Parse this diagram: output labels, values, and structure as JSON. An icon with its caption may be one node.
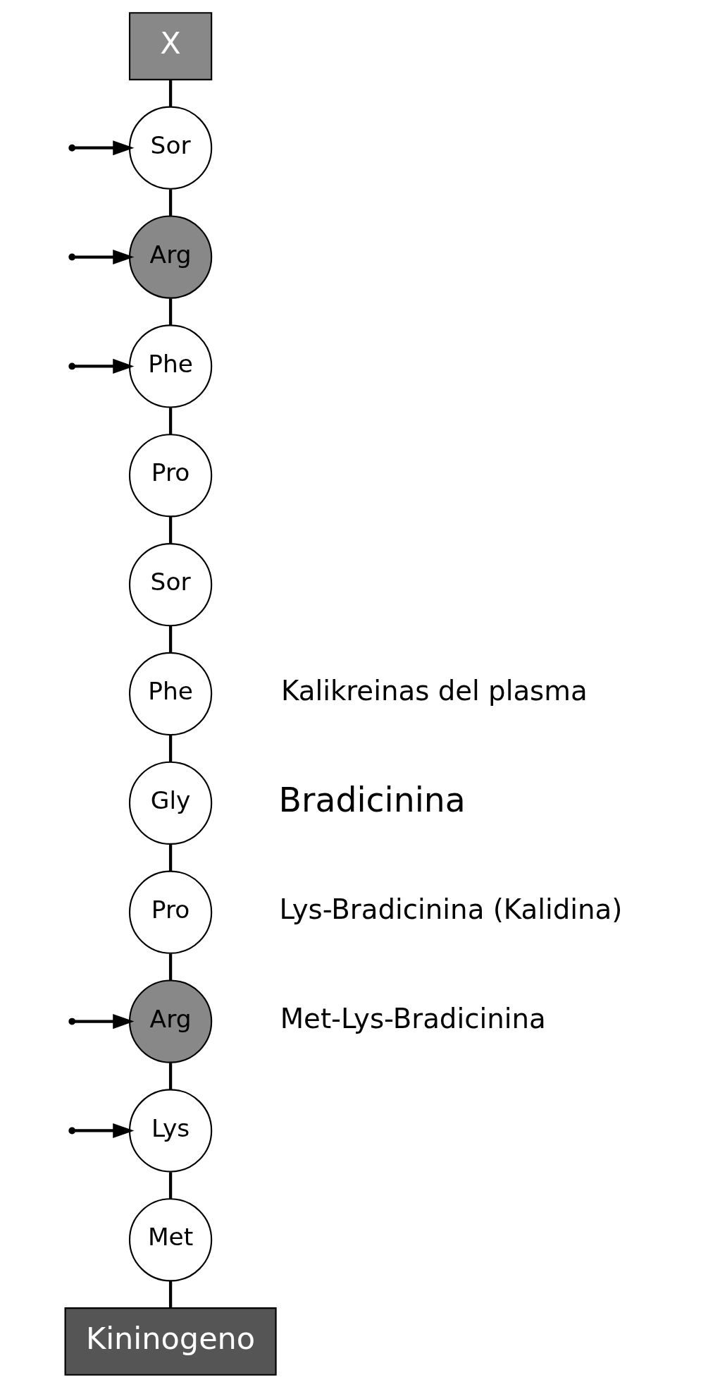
{
  "diagram": {
    "nodes": [
      {
        "text": [
          "Kininogeno"
        ]
      },
      {
        "text": [
          "Met"
        ]
      },
      {
        "text": [
          "Lys"
        ]
      },
      {
        "text": [
          "Arg"
        ]
      },
      {
        "text": [
          "Pro"
        ]
      },
      {
        "text": [
          "Gly"
        ]
      },
      {
        "text": [
          "Phe"
        ]
      },
      {
        "text": [
          "Sor"
        ]
      },
      {
        "text": [
          "Pro"
        ]
      },
      {
        "text": [
          "Phe"
        ]
      },
      {
        "text": [
          "Arg"
        ]
      },
      {
        "text": [
          "Sor"
        ]
      },
      {
        "text": [
          "X"
        ]
      }
    ],
    "edges": [
      {
        "from": 0,
        "to": 1,
        "arrow": "none"
      },
      {
        "from": 1,
        "to": 2,
        "arrow": "none"
      },
      {
        "from": 2,
        "to": 3,
        "arrow": "none"
      },
      {
        "from": 3,
        "to": 4,
        "arrow": "none"
      },
      {
        "from": 4,
        "to": 5,
        "arrow": "none"
      },
      {
        "from": 5,
        "to": 6,
        "arrow": "none"
      },
      {
        "from": 6,
        "to": 7,
        "arrow": "none"
      },
      {
        "from": 7,
        "to": 8,
        "arrow": "none"
      },
      {
        "from": 8,
        "to": 9,
        "arrow": "none"
      },
      {
        "from": 9,
        "to": 10,
        "arrow": "none"
      },
      {
        "from": 10,
        "to": 11,
        "arrow": "none"
      },
      {
        "from": 11,
        "to": 12,
        "arrow": "none"
      },
      {
        "from": null,
        "to": 2,
        "arrow": "to"
      },
      {
        "from": null,
        "to": 3,
        "arrow": "to"
      },
      {
        "from": null,
        "to": 9,
        "arrow": "to"
      },
      {
        "from": null,
        "to": 10,
        "arrow": "to"
      },
      {
        "from": null,
        "to": 11,
        "arrow": "to"
      }
    ],
    "labels": [
      "Kalikreinas del plasma",
      "Bradicinina",
      "Lys-Bradicinina (Kalidina)",
      "Met-Lys-Bradicinina"
    ]
  }
}
